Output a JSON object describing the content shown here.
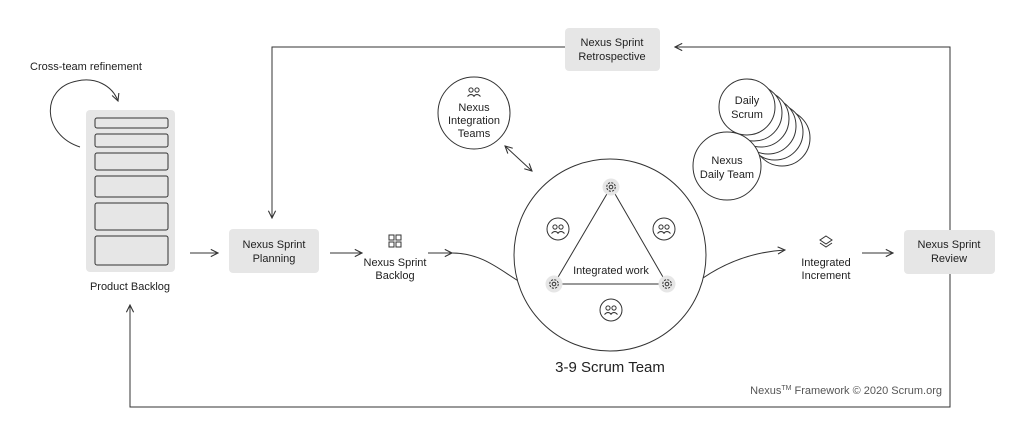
{
  "cross_team_refinement": "Cross-team refinement",
  "product_backlog": "Product Backlog",
  "planning": {
    "line1": "Nexus Sprint",
    "line2": "Planning"
  },
  "sprint_backlog": {
    "line1": "Nexus Sprint",
    "line2": "Backlog"
  },
  "retrospective": {
    "line1": "Nexus Sprint",
    "line2": "Retrospective"
  },
  "integration_teams": {
    "line1": "Nexus",
    "line2": "Integration",
    "line3": "Teams"
  },
  "daily_scrum": {
    "line1": "Daily",
    "line2": "Scrum"
  },
  "daily_team": {
    "line1": "Nexus",
    "line2": "Daily Team"
  },
  "integrated_work": "Integrated work",
  "scrum_team": "3-9 Scrum Team",
  "integrated_increment": {
    "line1": "Integrated",
    "line2": "Increment"
  },
  "review": {
    "line1": "Nexus Sprint",
    "line2": "Review"
  },
  "footer": {
    "prefix": "Nexus",
    "tm": "TM",
    "suffix": " Framework © 2020 Scrum.org"
  },
  "colors": {
    "box_fill": "#e6e6e6",
    "line": "#333333",
    "text": "#222222",
    "footer": "#555555"
  },
  "icons": {
    "people": "people-icon",
    "gear": "gear-icon",
    "grid": "grid-icon",
    "layers": "layers-icon"
  }
}
